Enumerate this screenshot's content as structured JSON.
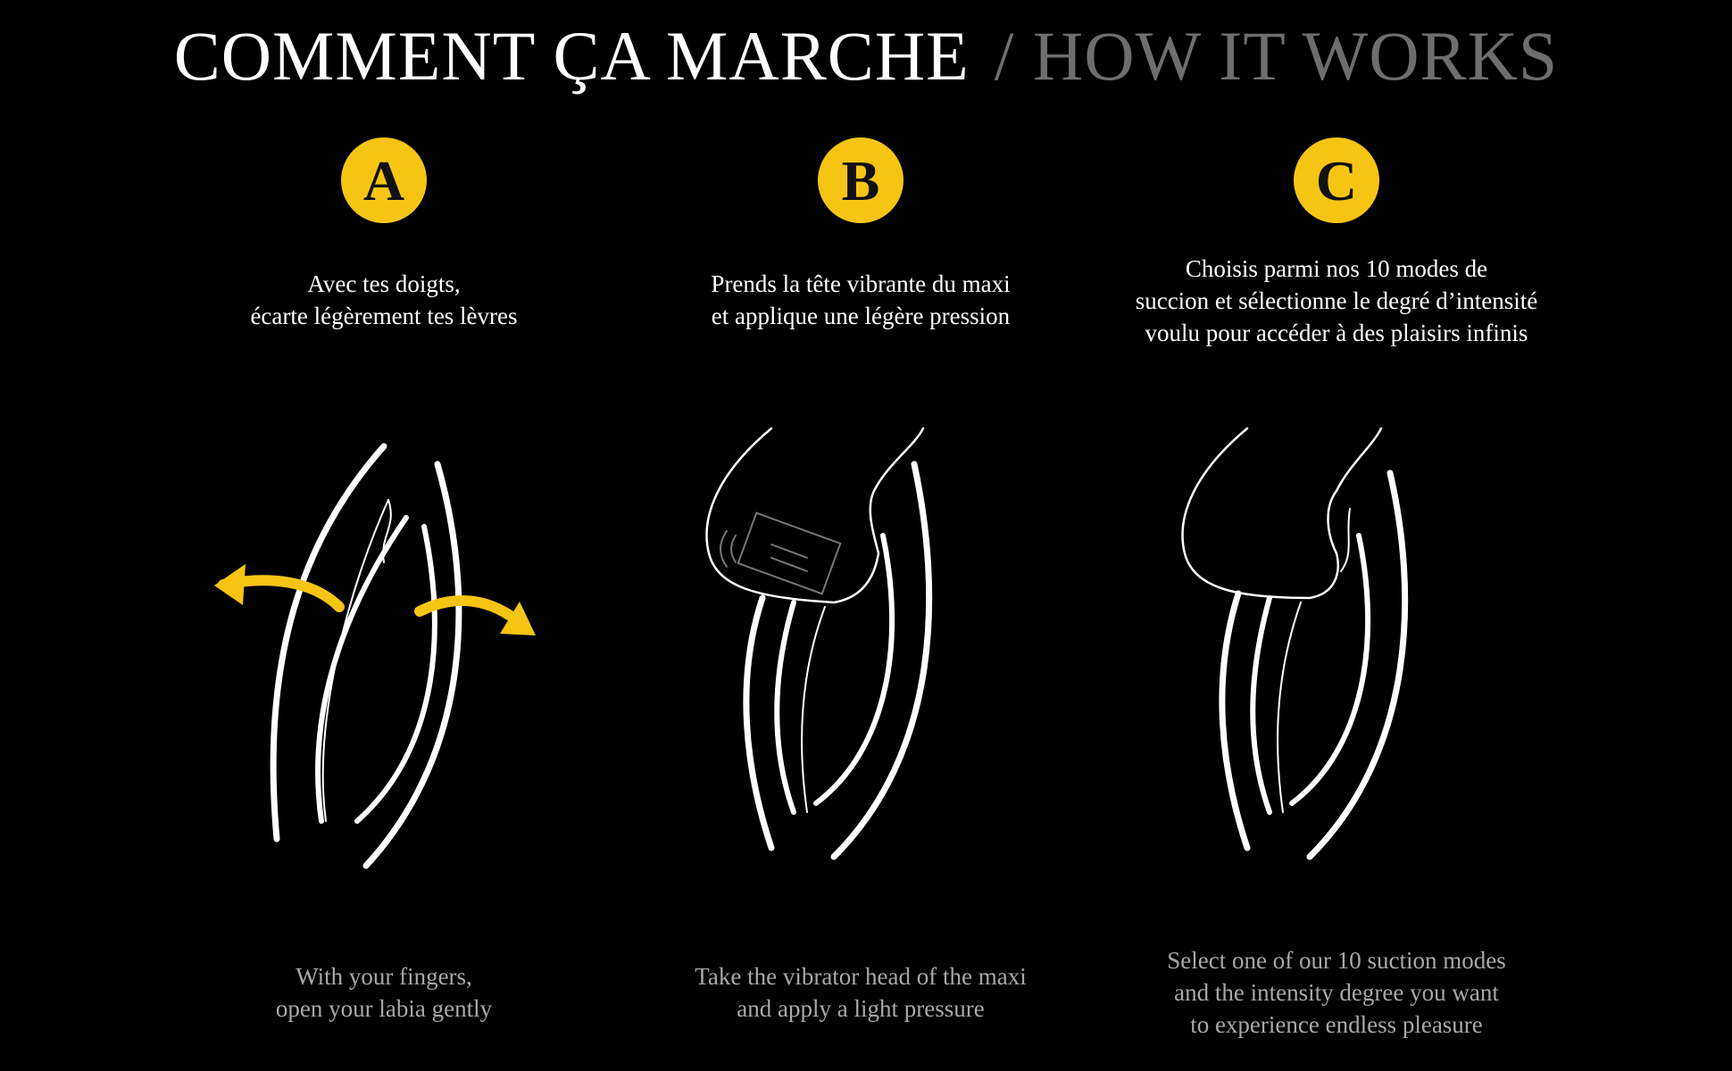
{
  "header": {
    "title_fr": "COMMENT ÇA MARCHE",
    "title_en": "/ HOW IT WORKS"
  },
  "colors": {
    "accent": "#f6c514",
    "background": "#000000",
    "secondary_text": "#a8a8a8"
  },
  "steps": [
    {
      "letter": "A",
      "fr": [
        "Avec tes doigts,",
        "écarte légèrement tes lèvres"
      ],
      "en": [
        "With your fingers,",
        "open your labia gently"
      ],
      "illustration": "labia-spread-arrows-icon"
    },
    {
      "letter": "B",
      "fr": [
        "Prends la tête vibrante du maxi",
        "et applique une légère pression"
      ],
      "en": [
        "Take the vibrator head of the maxi",
        "and apply a light pressure"
      ],
      "illustration": "vibrator-head-applied-icon"
    },
    {
      "letter": "C",
      "fr": [
        "Choisis parmi nos 10 modes de",
        "succion et sélectionne le degré d’intensité",
        "voulu pour accéder à des plaisirs infinis"
      ],
      "en": [
        "Select one of our 10 suction modes",
        "and the intensity degree you want",
        "to experience endless pleasure"
      ],
      "illustration": "suction-modes-icon"
    }
  ]
}
